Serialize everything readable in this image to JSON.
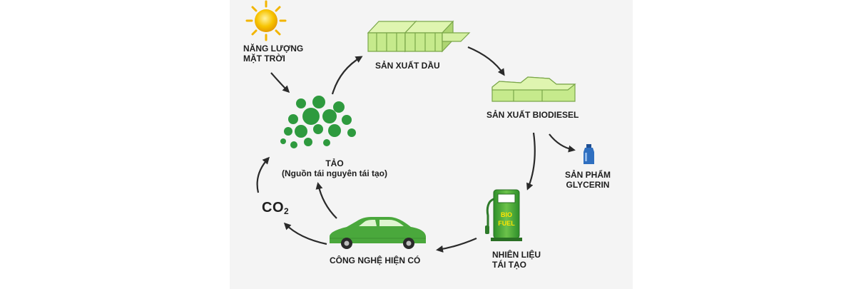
{
  "diagram": {
    "sun_label_line1": "NĂNG LƯỢNG",
    "sun_label_line2": "MẶT TRỜI",
    "oil_label": "SẢN XUẤT DẦU",
    "biodiesel_label": "SẢN XUẤT BIODIESEL",
    "glycerin_label_line1": "SẢN PHẨM",
    "glycerin_label_line2": "GLYCERIN",
    "algae_label_line1": "TẢO",
    "algae_label_line2": "(Nguồn tái nguyên tái tạo)",
    "co2_main": "CO",
    "co2_sub": "2",
    "fuel_label_line1": "NHIÊN LIỆU",
    "fuel_label_line2": "TÁI TẠO",
    "car_label": "CÔNG NGHỆ HIỆN CÓ",
    "pump_text_line1": "BIO",
    "pump_text_line2": "FUEL"
  },
  "colors": {
    "algae_green": "#2e9a3e",
    "light_green": "#c9ec95",
    "car_green": "#4aa83c",
    "sun_yellow": "#f5b800",
    "glycerin_blue": "#2f6fc0",
    "arrow": "#2a2a2a",
    "panel_bg": "#f4f4f4"
  }
}
